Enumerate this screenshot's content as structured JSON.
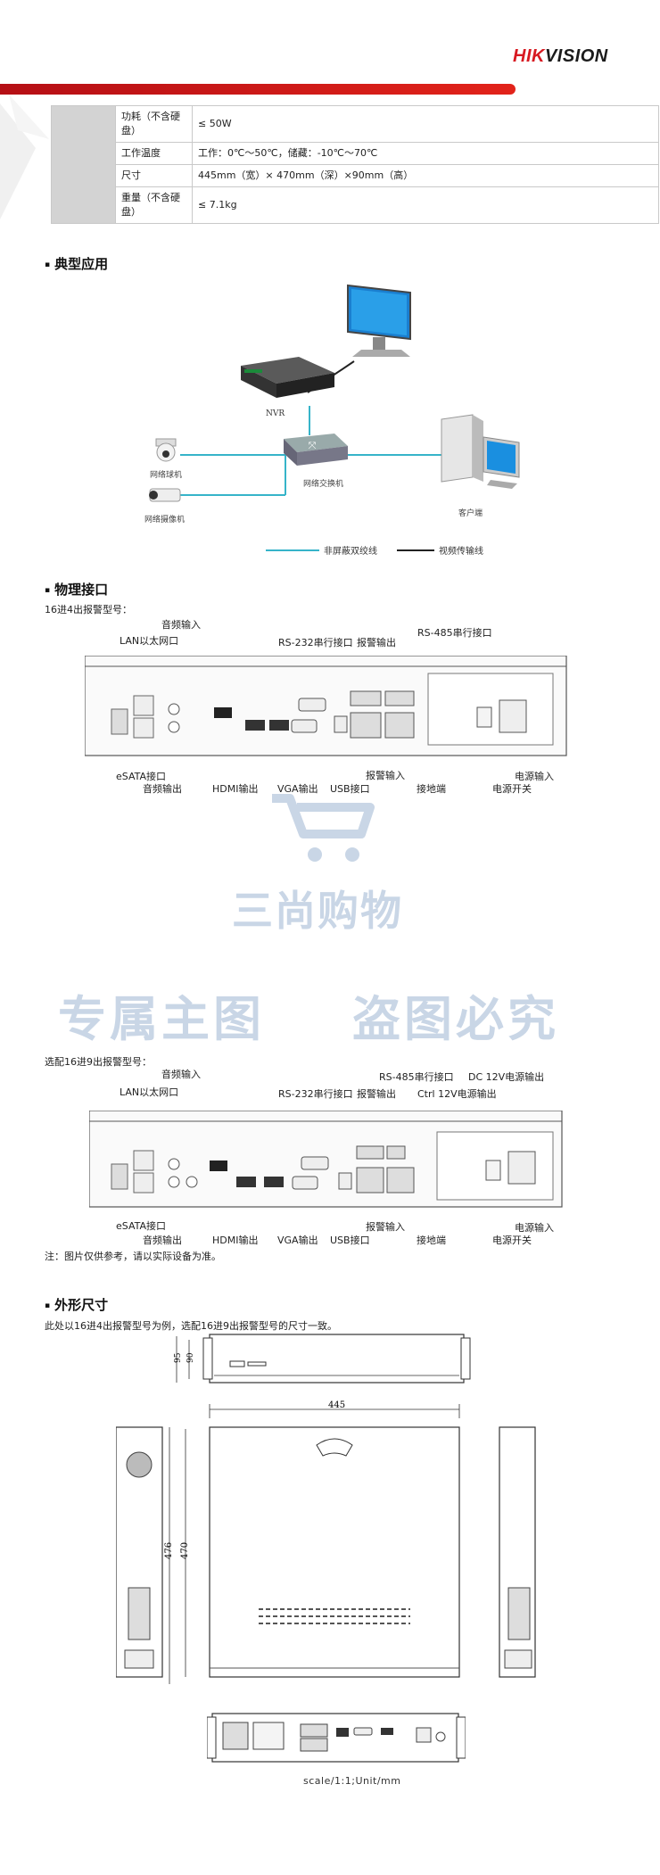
{
  "brand": {
    "logo_text_a": "HIK",
    "logo_text_b": "VISION"
  },
  "spec_table": [
    {
      "key": "功耗（不含硬盘）",
      "value": "≤ 50W"
    },
    {
      "key": "工作温度",
      "value": "工作：0℃～50℃，储藏：-10℃～70℃"
    },
    {
      "key": "尺寸",
      "value": "445mm（宽）× 470mm（深）×90mm（高）"
    },
    {
      "key": "重量（不含硬盘）",
      "value": "≤ 7.1kg"
    }
  ],
  "sections": {
    "typical": "典型应用",
    "physical": "物理接口",
    "dimensions": "外形尺寸"
  },
  "typical_diagram": {
    "nvr": "NVR",
    "switch": "网络交换机",
    "dome": "网络球机",
    "camera": "网络摄像机",
    "client": "客户端",
    "legend_cyan": "非屏蔽双绞线",
    "legend_black": "视频传输线",
    "colors": {
      "cyan": "#36b4c9",
      "black": "#222222"
    }
  },
  "panel1": {
    "caption": "16进4出报警型号：",
    "labels": {
      "audio_in": "音频输入",
      "lan": "LAN以太网口",
      "rs232": "RS-232串行接口",
      "alarm_out": "报警输出",
      "rs485": "RS-485串行接口",
      "esata": "eSATA接口",
      "audio_out": "音频输出",
      "hdmi": "HDMI输出",
      "vga": "VGA输出",
      "usb": "USB接口",
      "alarm_in": "报警输入",
      "ground": "接地端",
      "power_in": "电源输入",
      "power_sw": "电源开关"
    }
  },
  "panel2": {
    "caption": "选配16进9出报警型号：",
    "labels": {
      "audio_in": "音频输入",
      "lan": "LAN以太网口",
      "rs232": "RS-232串行接口",
      "alarm_out": "报警输出",
      "rs485": "RS-485串行接口",
      "ctrl12": "Ctrl 12V电源输出",
      "dc12": "DC 12V电源输出",
      "esata": "eSATA接口",
      "audio_out": "音频输出",
      "hdmi": "HDMI输出",
      "vga": "VGA输出",
      "usb": "USB接口",
      "alarm_in": "报警输入",
      "ground": "接地端",
      "power_in": "电源输入",
      "power_sw": "电源开关"
    },
    "note": "注：图片仅供参考，请以实际设备为准。"
  },
  "watermark": {
    "line1": "三尚购物",
    "left": "专属主图",
    "right": "盗图必究"
  },
  "dimension_section": {
    "desc": "此处以16进4出报警型号为例，选配16进9出报警型号的尺寸一致。",
    "dim_95": "95",
    "dim_90": "90",
    "dim_445": "445",
    "dim_476": "476",
    "dim_470": "470",
    "scale": "scale/1:1;Unit/mm"
  }
}
